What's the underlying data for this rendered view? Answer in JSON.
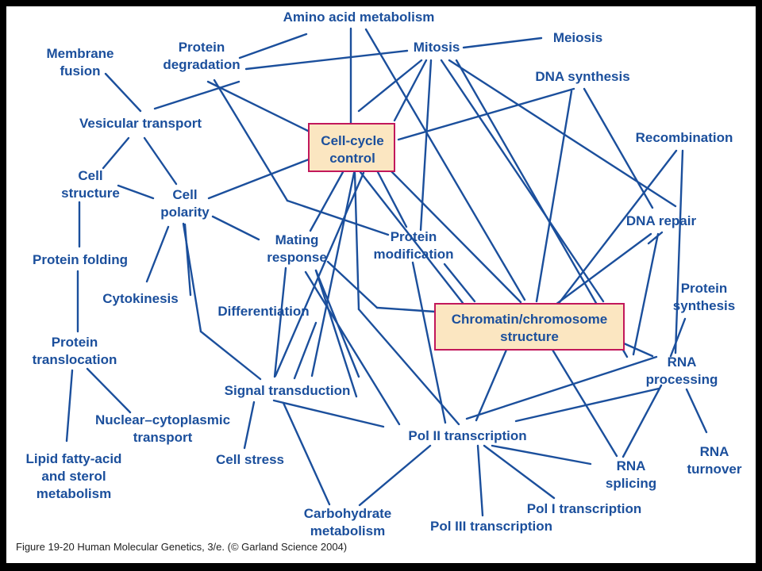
{
  "caption": "Figure 19-20  Human Molecular Genetics, 3/e.  (© Garland Science 2004)",
  "highlight_colors": {
    "box_fill": "#fbe6c1",
    "box_border": "#c2185b",
    "text": "#1b4f9c"
  },
  "nodes": {
    "amino_acid_metabolism": [
      "Amino acid metabolism"
    ],
    "meiosis": [
      "Meiosis"
    ],
    "mitosis": [
      "Mitosis"
    ],
    "protein_degradation": [
      "Protein",
      "degradation"
    ],
    "membrane_fusion": [
      "Membrane",
      "fusion"
    ],
    "dna_synthesis": [
      "DNA synthesis"
    ],
    "vesicular_transport": [
      "Vesicular transport"
    ],
    "cell_cycle_control": [
      "Cell-cycle",
      "control"
    ],
    "recombination": [
      "Recombination"
    ],
    "cell_structure": [
      "Cell",
      "structure"
    ],
    "cell_polarity": [
      "Cell",
      "polarity"
    ],
    "dna_repair": [
      "DNA repair"
    ],
    "mating_response": [
      "Mating",
      "response"
    ],
    "protein_modification": [
      "Protein",
      "modification"
    ],
    "protein_folding": [
      "Protein folding"
    ],
    "protein_synthesis": [
      "Protein",
      "synthesis"
    ],
    "cytokinesis": [
      "Cytokinesis"
    ],
    "differentiation": [
      "Differentiation"
    ],
    "chromatin_structure": [
      "Chromatin/chromosome",
      "structure"
    ],
    "protein_translocation": [
      "Protein",
      "translocation"
    ],
    "rna_processing": [
      "RNA",
      "processing"
    ],
    "signal_transduction": [
      "Signal transduction"
    ],
    "nuclear_cytoplasmic_transport": [
      "Nuclear–cytoplasmic",
      "transport"
    ],
    "pol_ii_transcription": [
      "Pol II transcription"
    ],
    "rna_turnover": [
      "RNA",
      "turnover"
    ],
    "cell_stress": [
      "Cell stress"
    ],
    "lipid_metabolism": [
      "Lipid fatty-acid",
      "and sterol",
      "metabolism"
    ],
    "rna_splicing": [
      "RNA",
      "splicing"
    ],
    "pol_i_transcription": [
      "Pol I transcription"
    ],
    "carbohydrate_metabolism": [
      "Carbohydrate",
      "metabolism"
    ],
    "pol_iii_transcription": [
      "Pol III transcription"
    ]
  }
}
